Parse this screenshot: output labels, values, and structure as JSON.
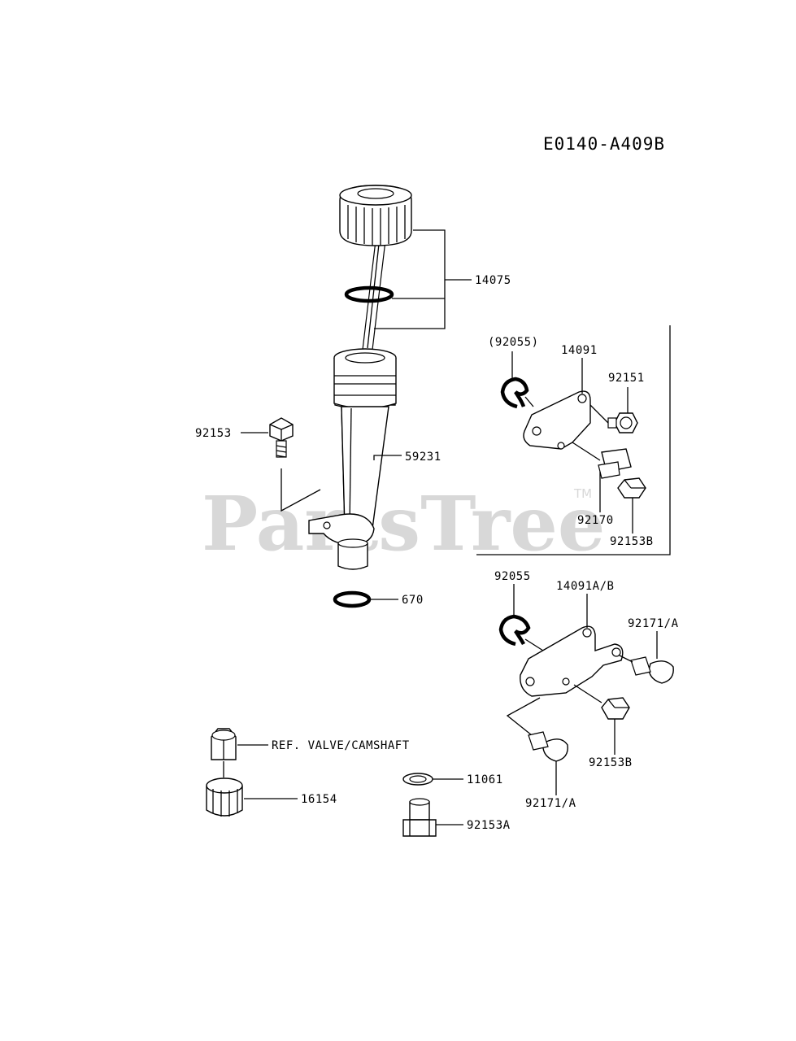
{
  "diagram_code": "E0140-A409B",
  "watermark": {
    "text": "PartsTree",
    "tm": "TM"
  },
  "callouts": {
    "p14075": "14075",
    "p92153": "92153",
    "p59231": "59231",
    "p670": "670",
    "p92055_paren": "(92055)",
    "p14091": "14091",
    "p92151": "92151",
    "p92170": "92170",
    "p92153B_top": "92153B",
    "p92055": "92055",
    "p14091AB": "14091A/B",
    "p92171A_right": "92171/A",
    "p92153B_bottom": "92153B",
    "p92171A_bottom": "92171/A",
    "ref_valve": "REF. VALVE/CAMSHAFT",
    "p16154": "16154",
    "p11061": "11061",
    "p92153A": "92153A"
  }
}
